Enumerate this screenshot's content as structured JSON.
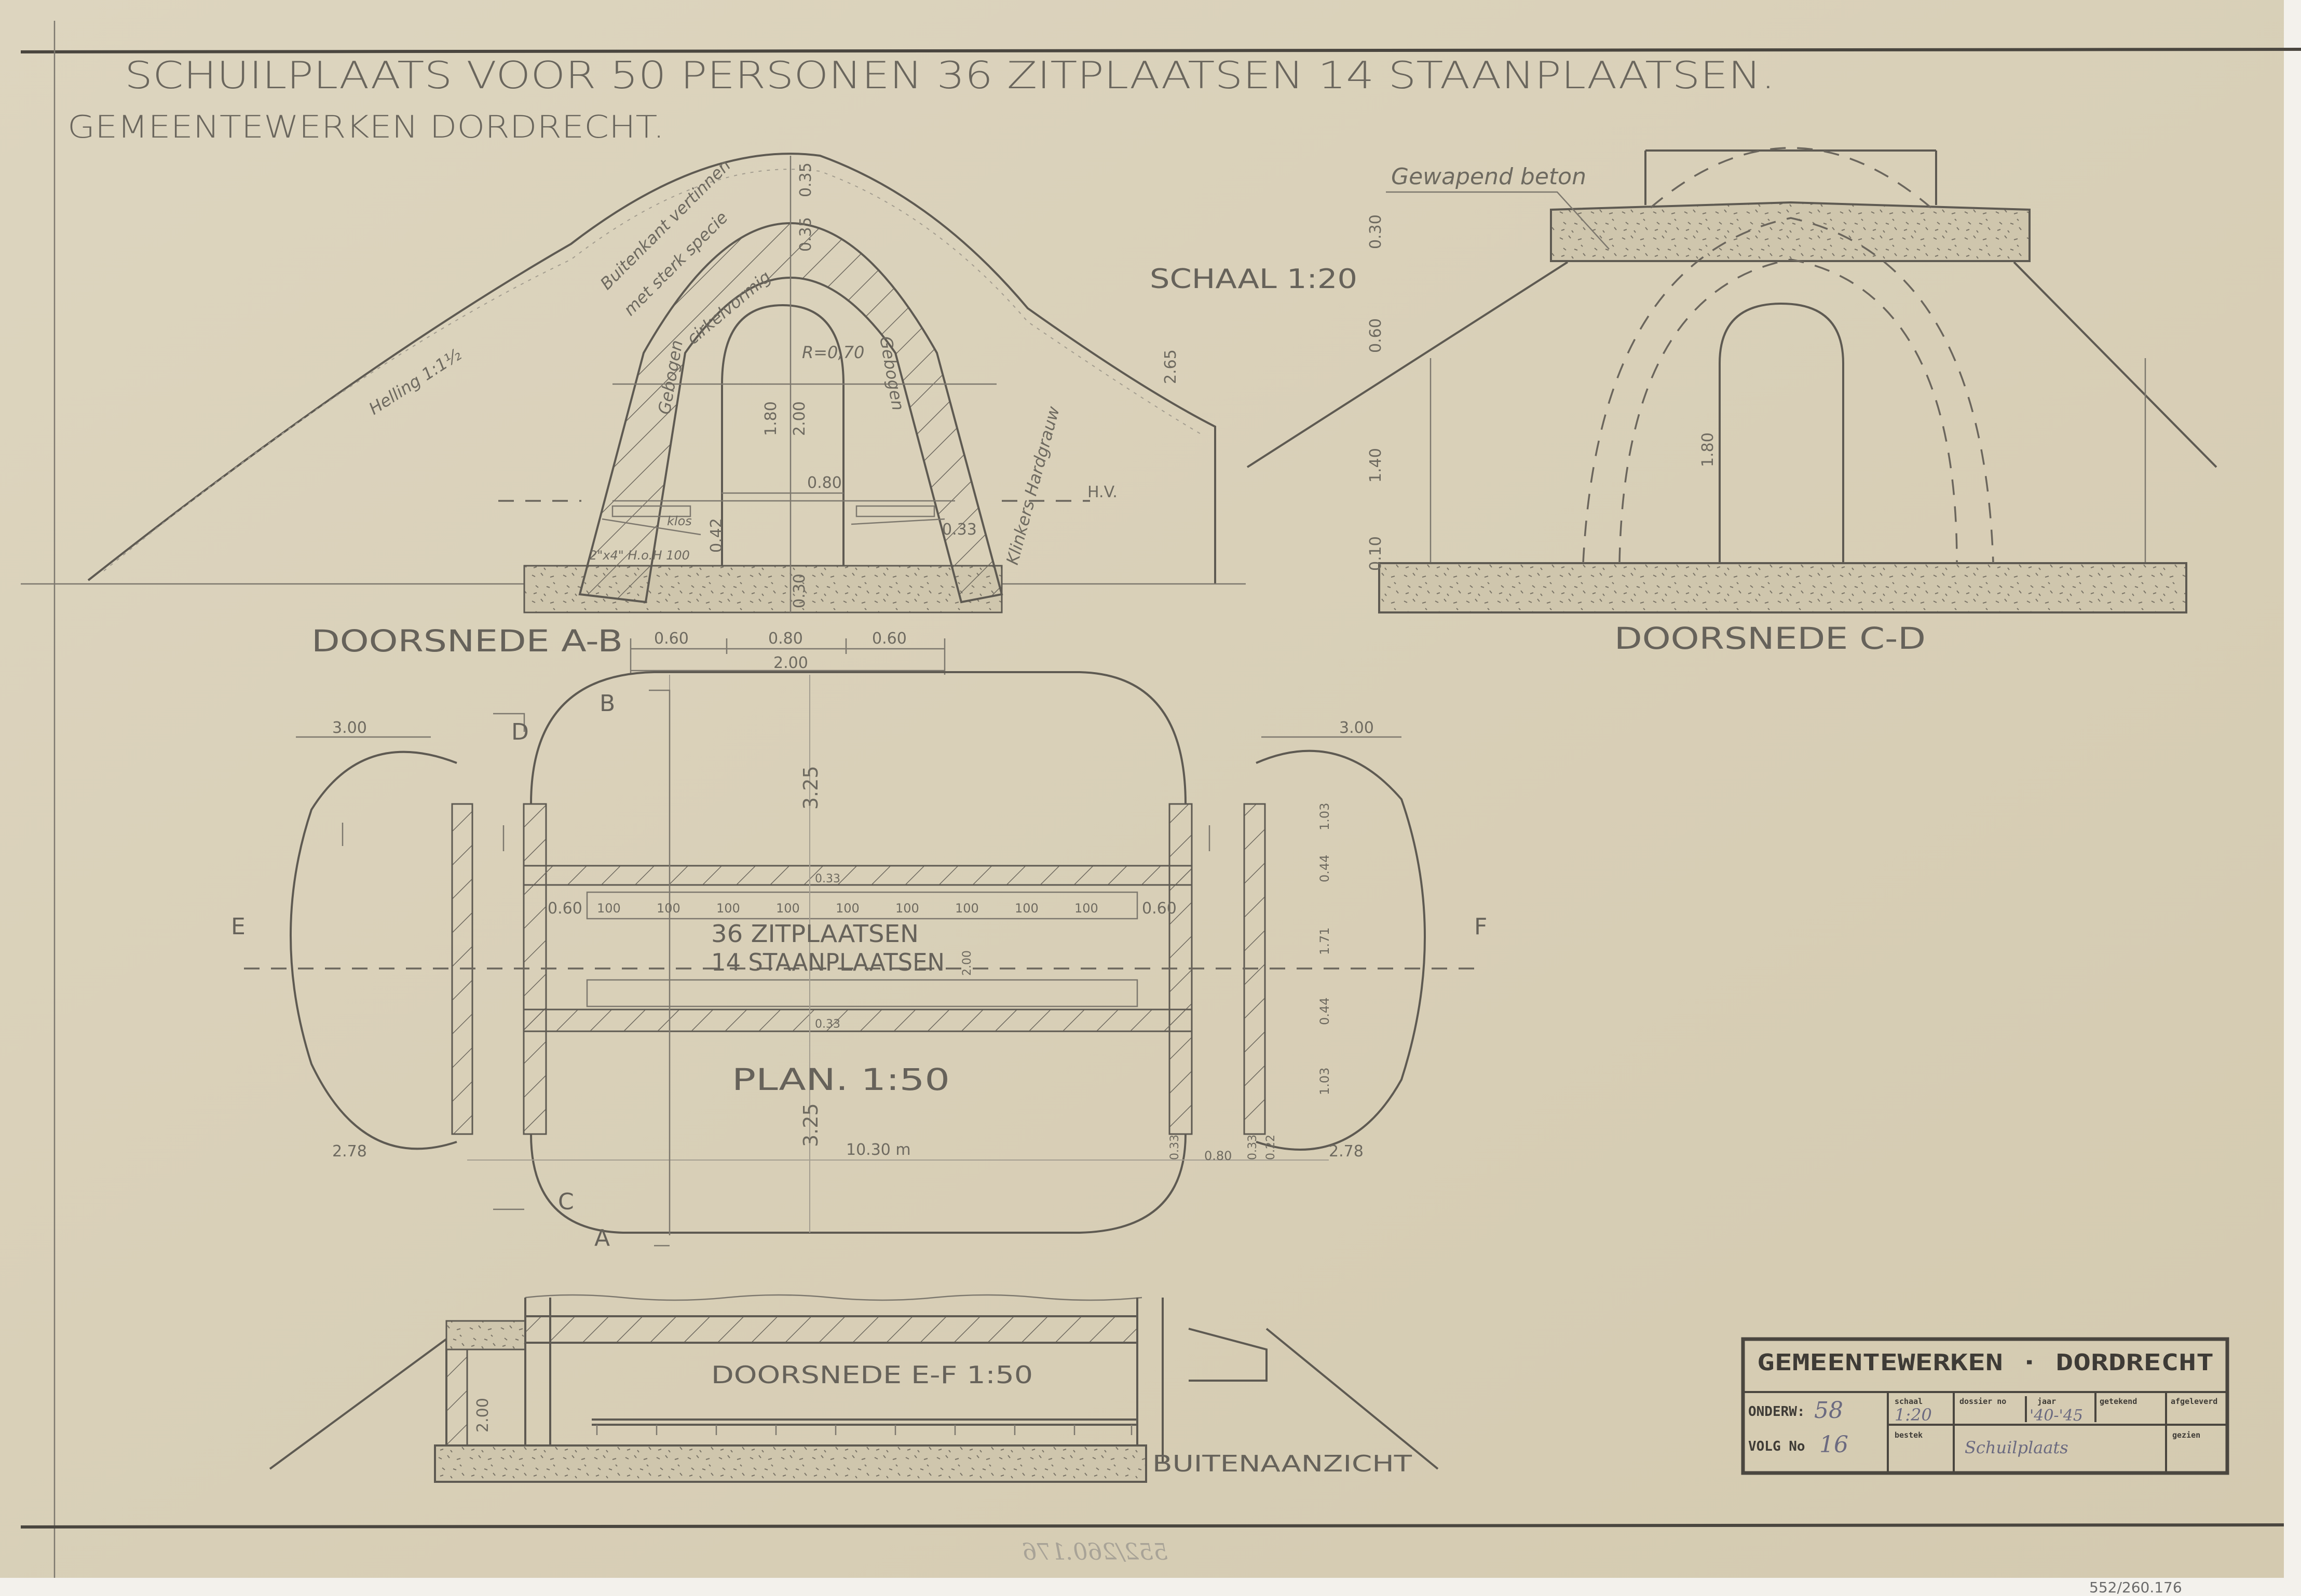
{
  "title": "SCHUILPLAATS VOOR 50 PERSONEN  36 ZITPLAATSEN  14 STAANPLAATSEN.",
  "subtitle": "GEMEENTEWERKEN DORDRECHT.",
  "scale_note": "SCHAAL 1:20",
  "section_ab": {
    "label": "DOORSNEDE A-B",
    "slope_note": "Helling 1:1½",
    "outer_note_1": "Buitenkant vertinnen",
    "outer_note_2": "met sterk specie",
    "arch_note": "cirkelvormig",
    "radius": "R=0,70",
    "bent_left": "Gebogen",
    "bent_right": "Gebogen",
    "brick_note": "Klinkers Hardgrauw",
    "block_note": "klos",
    "timber_note": "2\"x4\" H.o.H 100",
    "water_level": "H.V.",
    "dims": {
      "cover": "0.35",
      "wall": "0.35",
      "height_total": "2.65",
      "opening_h": "1.80",
      "inner_h": "2.00",
      "opening_w": "0.80",
      "seat_h": "0.42",
      "wall_side": "0.33",
      "floor": "0.30",
      "w_left": "0.60",
      "w_mid": "0.80",
      "w_right": "0.60",
      "w_total": "2.00"
    }
  },
  "section_cd": {
    "label": "DOORSNEDE C-D",
    "material_note": "Gewapend beton",
    "dims": {
      "slab": "0.30",
      "upper": "0.60",
      "lower": "1.40",
      "opening_h": "1.80",
      "base": "0.10"
    }
  },
  "plan": {
    "label": "PLAN. 1:50",
    "seats_label": "36 ZITPLAATSEN",
    "standing_label": "14 STAANPLAATSEN",
    "bench_spacing": [
      "100",
      "100",
      "100",
      "100",
      "100",
      "100",
      "100",
      "100",
      "100"
    ],
    "dims": {
      "end_left": "0.60",
      "end_right": "0.60",
      "wall_top": "0.33",
      "wall_bottom": "0.33",
      "half_width_top": "3.25",
      "half_width_bottom": "3.25",
      "corridor": "2.00",
      "length": "10.30 m",
      "mound_left": "3.00",
      "mound_right": "3.00",
      "mound_left_bottom": "2.78",
      "mound_right_bottom": "2.78",
      "side_a": "1.03",
      "side_b": "0.44",
      "side_c": "1.71",
      "side_d": "0.44",
      "side_e": "1.03",
      "entry_wall_1": "0.33",
      "entry_gap": "0.80",
      "entry_wall_2": "0.33",
      "entry_extra": "0.22"
    },
    "section_marks": [
      "A",
      "B",
      "C",
      "D",
      "E",
      "F"
    ]
  },
  "section_ef": {
    "label": "DOORSNEDE E-F 1:50",
    "view_label": "BUITENAANZICHT",
    "dim_height": "2.00"
  },
  "title_block": {
    "heading": "GEMEENTEWERKEN · DORDRECHT",
    "onderw_label": "ONDERW:",
    "onderw_value": "58",
    "volg_label": "VOLG No",
    "volg_value": "16",
    "schaal_label": "schaal",
    "schaal_value": "1:20",
    "dossier_label": "dossier no",
    "jaar_label": "jaar",
    "jaar_value": "'40-'45",
    "getekend_label": "getekend",
    "afgeleverd_label": "afgeleverd",
    "bestek_label": "bestek",
    "bestek_value": "Schuilplaats",
    "gezien_label": "gezien"
  },
  "archive_number": "552/260.176",
  "colors": {
    "paper": "#d9d0b8",
    "pencil": "#5e5a52",
    "margin": "#f3f1ec"
  }
}
